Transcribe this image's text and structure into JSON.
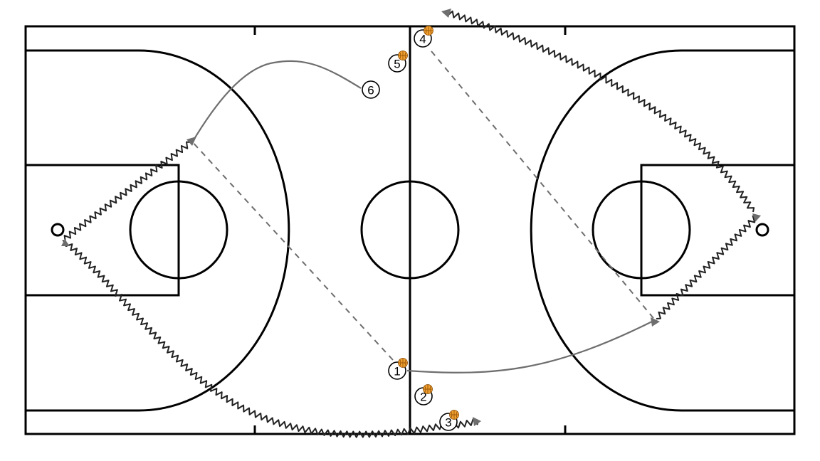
{
  "diagram": {
    "court_color": "#000000",
    "action_color": "#6e6e6e",
    "ball_color": "#f0a030",
    "players": [
      {
        "label": "1",
        "has_ball": true
      },
      {
        "label": "2",
        "has_ball": true
      },
      {
        "label": "3",
        "has_ball": true
      },
      {
        "label": "4",
        "has_ball": true
      },
      {
        "label": "5",
        "has_ball": true
      },
      {
        "label": "6",
        "has_ball": false
      }
    ]
  }
}
